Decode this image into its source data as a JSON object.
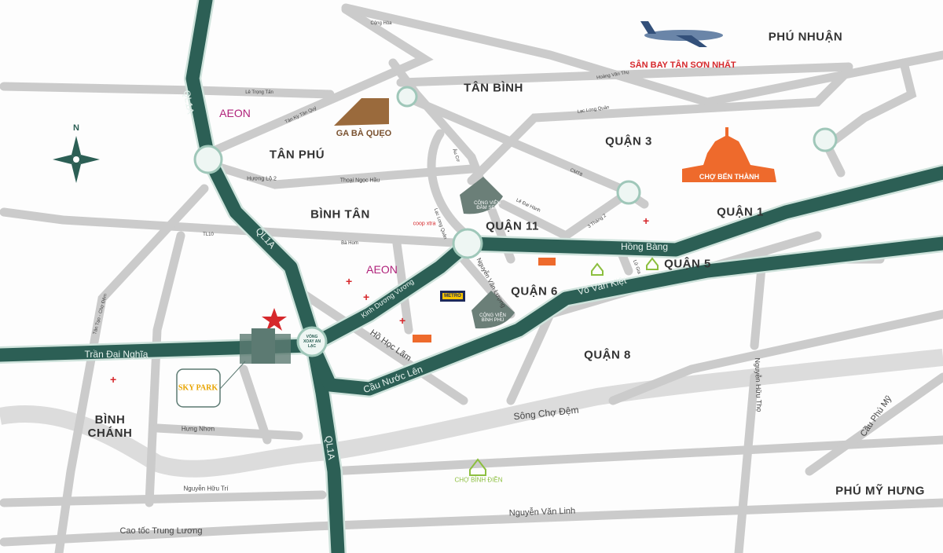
{
  "districts": {
    "phu_nhuan": "PHÚ NHUẬN",
    "tan_binh": "TÂN BÌNH",
    "tan_phu": "TÂN PHÚ",
    "binh_tan": "BÌNH TÂN",
    "quan_3": "QUẬN 3",
    "quan_1": "QUẬN 1",
    "quan_11": "QUẬN 11",
    "quan_5": "QUẬN 5",
    "quan_6": "QUẬN 6",
    "quan_8": "QUẬN 8",
    "binh_chanh": "BÌNH\nCHÁNH",
    "phu_my_hung": "PHÚ MỸ HƯNG"
  },
  "landmarks": {
    "airport": "SÂN BAY TÂN SƠN NHẤT",
    "train_station": "GA BÀ QUẸO",
    "ben_thanh": "CHỢ BẾN THÀNH",
    "dam_sen": "CÔNG VIÊN ĐẦM SEN",
    "binh_phu": "CÔNG VIÊN BÌNH PHÚ",
    "cho_binh_dien": "CHỢ BÌNH ĐIỀN",
    "sky_park": "SKY PARK",
    "an_lac": "VÒNG XOAY AN LẠC",
    "aeon_tan_phu": "AEON",
    "aeon_binh_tan": "AEON",
    "metro": "METRO",
    "coopxtra": "coop xtra",
    "compass": "N"
  },
  "roads": {
    "ql1a": "QL1A",
    "tran_dai_nghia": "Trần Đại Nghĩa",
    "kinh_duong_vuong": "Kinh Dương Vương",
    "hong_bang": "Hồng Bàng",
    "vo_van_kiet": "Võ Văn Kiệt",
    "cau_nuoc_len": "Cầu Nước Lên",
    "ho_hoc_lam": "Hồ Học Lãm",
    "nguyen_van_luong": "Nguyễn Văn Lượng",
    "song_cho_dem": "Sông Chợ Đệm",
    "nguyen_van_linh": "Nguyễn Văn Linh",
    "cao_toc": "Cao tốc Trung Lương",
    "nguyen_huu_tri": "Nguyễn Hữu Trí",
    "hung_nhon": "Hưng Nhơn",
    "nguyen_huu_tho": "Nguyễn Hữu Thọ",
    "cau_phu_my": "Cầu Phú Mỹ",
    "huong_lo_2": "Hương Lộ 2",
    "thoai_ngoc_hau": "Thoại Ngọc Hầu",
    "le_trong_tan": "Lê Trọng Tấn",
    "tan_ky_tan_quy": "Tân Kỳ Tân Quý",
    "cong_hoa": "Cộng Hòa",
    "hoang_van_thu": "Hoàng Văn Thụ",
    "lac_long_quan": "Lạc Long Quân",
    "duong_3_thang_2": "3 Tháng 2",
    "le_dai_hanh": "Lê Đại Hành",
    "ba_hom": "Bà Hom",
    "tinh_lo_10": "TL10",
    "lu_gia": "Lữ Gia",
    "au_co": "Âu Cơ",
    "lac_long_quan_2": "Lạc Long Quân",
    "cmt8": "CMT8",
    "tan_tao_cho_dem": "Tân Tạo - Chợ Đệm"
  },
  "colors": {
    "main_road": "#2c5f55",
    "main_road_edge": "#cfe3dc",
    "minor_road": "#c9c9c9",
    "river": "#dcdcdc",
    "accent_orange": "#ee6a2c",
    "accent_red": "#d6282c",
    "park": "#6b7f78"
  }
}
